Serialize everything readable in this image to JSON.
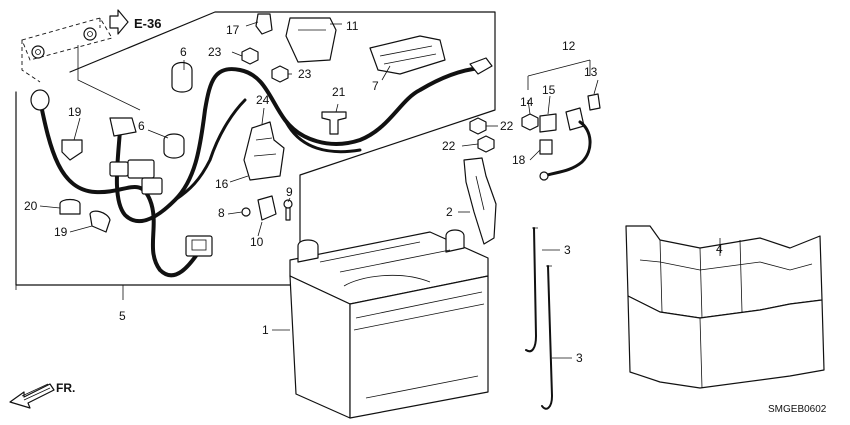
{
  "reference": "E-36",
  "drawing_code": "SMGEB0602",
  "direction_label": "FR.",
  "callouts": [
    {
      "id": "c1",
      "num": "1"
    },
    {
      "id": "c2",
      "num": "2"
    },
    {
      "id": "c3a",
      "num": "3"
    },
    {
      "id": "c3b",
      "num": "3"
    },
    {
      "id": "c4",
      "num": "4"
    },
    {
      "id": "c5",
      "num": "5"
    },
    {
      "id": "c6a",
      "num": "6"
    },
    {
      "id": "c6b",
      "num": "6"
    },
    {
      "id": "c7",
      "num": "7"
    },
    {
      "id": "c8",
      "num": "8"
    },
    {
      "id": "c9",
      "num": "9"
    },
    {
      "id": "c10",
      "num": "10"
    },
    {
      "id": "c11",
      "num": "11"
    },
    {
      "id": "c12",
      "num": "12"
    },
    {
      "id": "c13",
      "num": "13"
    },
    {
      "id": "c14",
      "num": "14"
    },
    {
      "id": "c15",
      "num": "15"
    },
    {
      "id": "c16",
      "num": "16"
    },
    {
      "id": "c17",
      "num": "17"
    },
    {
      "id": "c18",
      "num": "18"
    },
    {
      "id": "c19a",
      "num": "19"
    },
    {
      "id": "c19b",
      "num": "19"
    },
    {
      "id": "c20",
      "num": "20"
    },
    {
      "id": "c21",
      "num": "21"
    },
    {
      "id": "c22a",
      "num": "22"
    },
    {
      "id": "c22b",
      "num": "22"
    },
    {
      "id": "c23a",
      "num": "23"
    },
    {
      "id": "c23b",
      "num": "23"
    },
    {
      "id": "c24",
      "num": "24"
    }
  ]
}
